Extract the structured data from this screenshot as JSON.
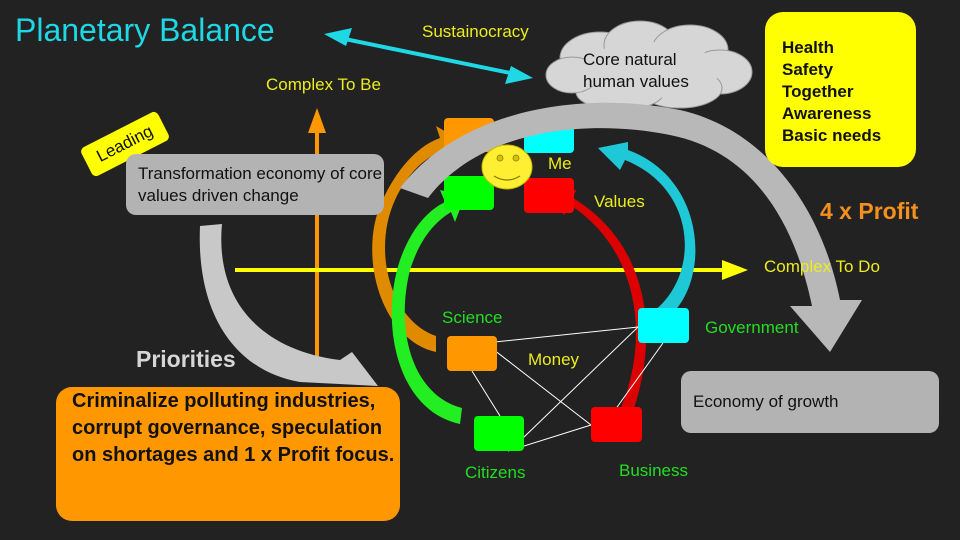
{
  "title": "Planetary Balance",
  "sustainocracy_label": "Sustainocracy",
  "axes": {
    "vertical_label": "Complex To Be",
    "horizontal_label": "Complex To Do"
  },
  "cloud": {
    "text": "Core natural human values"
  },
  "core_needs": [
    "Health",
    "Safety",
    "Together",
    "Awareness",
    "Basic needs"
  ],
  "profit_label": "4 x Profit",
  "leading_tag": "Leading",
  "transformation_box": "Transformation economy of core values driven change",
  "center": {
    "me_label": "Me",
    "values_label": "Values"
  },
  "stakeholders": {
    "science": "Science",
    "money": "Money",
    "government": "Government",
    "citizens": "Citizens",
    "business": "Business"
  },
  "priorities": {
    "heading": "Priorities",
    "text": "Criminalize polluting industries, corrupt governance, speculation on shortages and 1 x Profit focus."
  },
  "growth_box": "Economy of growth",
  "colors": {
    "background": "#222222",
    "title": "#1fd8e6",
    "label_yellow": "#ecec1e",
    "label_green": "#22dd22",
    "science": "#ff9800",
    "government": "#00ffff",
    "citizens": "#00ff00",
    "business": "#ff0000",
    "grey_box": "#b3b3b3"
  }
}
